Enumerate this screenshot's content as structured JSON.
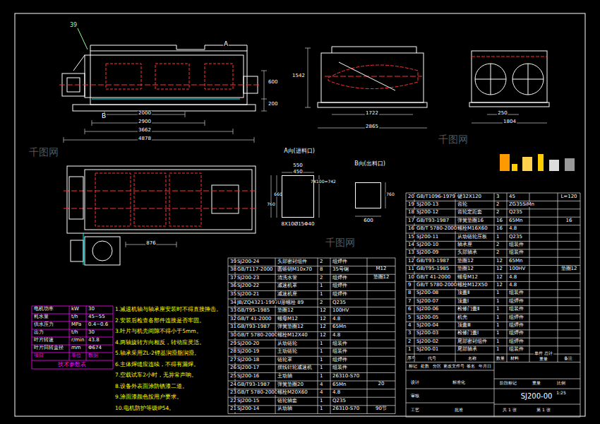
{
  "diagram": {
    "nodes": [
      {
        "text": [
          "A向(进料口)"
        ]
      },
      {
        "text": [
          "B向(出料口)"
        ]
      }
    ],
    "labels": [
      "39",
      "A",
      "B",
      "2000",
      "2900",
      "3662",
      "4878",
      "600",
      "200",
      "1542",
      "1722",
      "2865",
      "250",
      "1804",
      "876",
      "550",
      "450",
      "660",
      "760",
      "8X10Ø15Φ40",
      "7X100=742",
      "760",
      "600",
      "L=120",
      "16",
      "垫圈12",
      "M12",
      "垫圈12",
      "20",
      "90节",
      "千图网",
      "千图网",
      "千图网",
      "电机功率",
      "kW",
      "30",
      "耗水量",
      "t/h",
      "45~55",
      "供水压力",
      "MPa",
      "0.4~0.6",
      "出力",
      "t/h",
      "30",
      "叶片转速",
      "r/min",
      "43.8",
      "叶片回转直径",
      "mm",
      "Φ674",
      "项目",
      "单位",
      "数据",
      "技术参数表",
      "1.减速机轴与轴承座安装时不得直接捶击。",
      "2.安装后检查各部件连接是否牢固。",
      "3.叶片与机壳间隙不得小于5mm。",
      "4.两轴旋转方向相反，转动应灵活。",
      "5.轴承采用ZL-2锂基润滑脂润滑。",
      "6.主体焊缝应连续，不得有漏焊。",
      "7.空载试车2小时，无异常声响。",
      "8.设备外表面涂防锈漆二道。",
      "9.涂面漆颜色按用户要求。",
      "10.电机防护等级IP54。",
      "39",
      "SJ200-24",
      "头部密封组件",
      "2",
      "组焊件",
      "38",
      "GB/T117-2000",
      "圆锥销M10x70",
      "8",
      "35号钢",
      "37",
      "SJ200-23",
      "清洗水管",
      "2",
      "组焊件",
      "36",
      "SJ200-22",
      "减速机罩",
      "1",
      "组焊件",
      "35",
      "SJ200-21",
      "减速机座",
      "1",
      "组焊件",
      "34",
      "JB/ZQ4321-1997",
      "U形螺栓 89",
      "2",
      "Q235",
      "33",
      "GB/T95-1985",
      "垫圈12",
      "12",
      "100HV",
      "32",
      "GB/T 41-2000",
      "螺母M12",
      "12",
      "4.8",
      "31",
      "GB/T93-1987",
      "弹簧垫圈12",
      "12",
      "65Mn",
      "30",
      "GB/T 5780-2000",
      "螺栓M12X40",
      "12",
      "4.8",
      "29",
      "SJ200-20",
      "从动链轮",
      "1",
      "组装件",
      "28",
      "SJ200-19",
      "主动链轮",
      "1",
      "组装件",
      "27",
      "SJ200-18",
      "链轮罩",
      "1",
      "组焊件",
      "26",
      "SJ200-17",
      "摆线针轮减速机",
      "1",
      "组装件",
      "25",
      "SJ200-16",
      "主动轴",
      "1",
      "26310-S70",
      "24",
      "GB/T93-1987",
      "弹簧垫圈20",
      "4",
      "65Mn",
      "23",
      "GB/T 5780-2000",
      "螺栓M20X60",
      "4",
      "4.8",
      "22",
      "SJ200-15",
      "链轮轴套",
      "1",
      "Q235",
      "21",
      "SJ200-14",
      "从动轴",
      "1",
      "26310-S70",
      "20",
      "GB/T1096-1979",
      "键32X120",
      "3",
      "45",
      "19",
      "SJ200-13",
      "齿轮",
      "2",
      "ZG35SiMn",
      "18",
      "SJ200-12",
      "齿轮定距套",
      "2",
      "Q235",
      "17",
      "GB/T93-1987",
      "弹簧垫圈16",
      "16",
      "65Mn",
      "16",
      "GB/T 5780-2000",
      "螺栓M16X60",
      "16",
      "4.8",
      "15",
      "SJ200-11",
      "从动链轮压板",
      "1",
      "Q235",
      "14",
      "SJ200-10",
      "轴承座",
      "2",
      "组装件",
      "13",
      "SJ200-09",
      "头部轴承",
      "2",
      "组装件",
      "12",
      "GB/T93-1987",
      "垫圈12",
      "12",
      "65Mn",
      "11",
      "GB/T95-1985",
      "垫圈12",
      "12",
      "100HV",
      "10",
      "GB/T 41-2000",
      "螺母M12",
      "12",
      "4.8",
      "9",
      "GB/T 5780-2000",
      "螺栓M12X50",
      "12",
      "4.8",
      "8",
      "SJ200-08",
      "顶盖Ⅱ",
      "1",
      "组装件",
      "7",
      "SJ200-07",
      "顶盖Ⅰ",
      "1",
      "组焊件",
      "6",
      "SJ200-06",
      "检修门盖Ⅱ",
      "1",
      "组装件",
      "5",
      "SJ200-05",
      "机壳",
      "1",
      "组焊件",
      "4",
      "SJ200-04",
      "顶盖Ⅲ",
      "1",
      "组焊件",
      "3",
      "SJ200-03",
      "检修门盖Ⅰ",
      "1",
      "组焊件",
      "2",
      "SJ200-02",
      "尾部密封组件",
      "1",
      "组焊件",
      "1",
      "SJ200-01",
      "尾部轴承",
      "1",
      "组装件",
      "序号",
      "代号",
      "名称",
      "数量",
      "材料",
      "备注",
      "单件 总计",
      "重量",
      "标记",
      "处数",
      "分区",
      "更改文件号",
      "签名",
      "年月日",
      "设计",
      "标准化",
      "审核",
      "工艺",
      "批准",
      "阶段标记",
      "重量",
      "比例",
      "1:25",
      "共 1 张",
      "第 1 张",
      "SJ200-00"
    ]
  }
}
